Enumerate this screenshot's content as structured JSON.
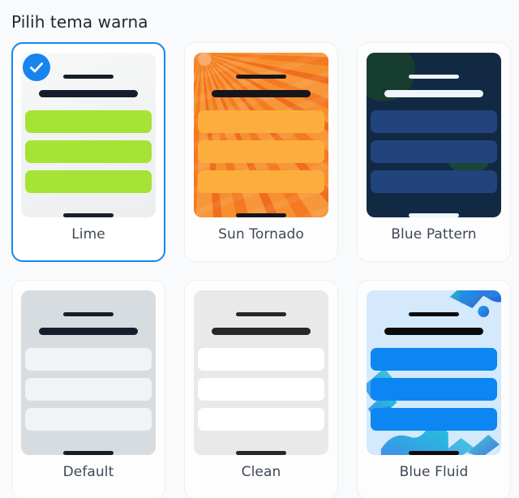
{
  "header": {
    "title": "Pilih tema warna"
  },
  "selection": {
    "selected_index": 0,
    "selected_theme": "Lime",
    "check_icon": "check-icon",
    "accent_color": "#1784f0"
  },
  "themes": [
    {
      "label": "Lime",
      "selected": true,
      "colors": {
        "background": "#f1f2f3",
        "accent": "#a5e334",
        "text": "#171e2b"
      }
    },
    {
      "label": "Sun Tornado",
      "selected": false,
      "colors": {
        "background": "#f07a22",
        "accent": "#fcae3c",
        "text": "#15161c"
      }
    },
    {
      "label": "Blue Pattern",
      "selected": false,
      "colors": {
        "background": "#122944",
        "accent": "#22437c",
        "text": "#eef6fb"
      }
    },
    {
      "label": "Default",
      "selected": false,
      "colors": {
        "background": "#d7dce1",
        "accent": "#f1f3f5",
        "text": "#171e2b"
      }
    },
    {
      "label": "Clean",
      "selected": false,
      "colors": {
        "background": "#e9e9e9",
        "accent": "#ffffff",
        "text": "#272727"
      }
    },
    {
      "label": "Blue Fluid",
      "selected": false,
      "colors": {
        "background": "#d4e9fb",
        "accent": "#0b86f2",
        "text": "#0b0b0b"
      }
    }
  ]
}
